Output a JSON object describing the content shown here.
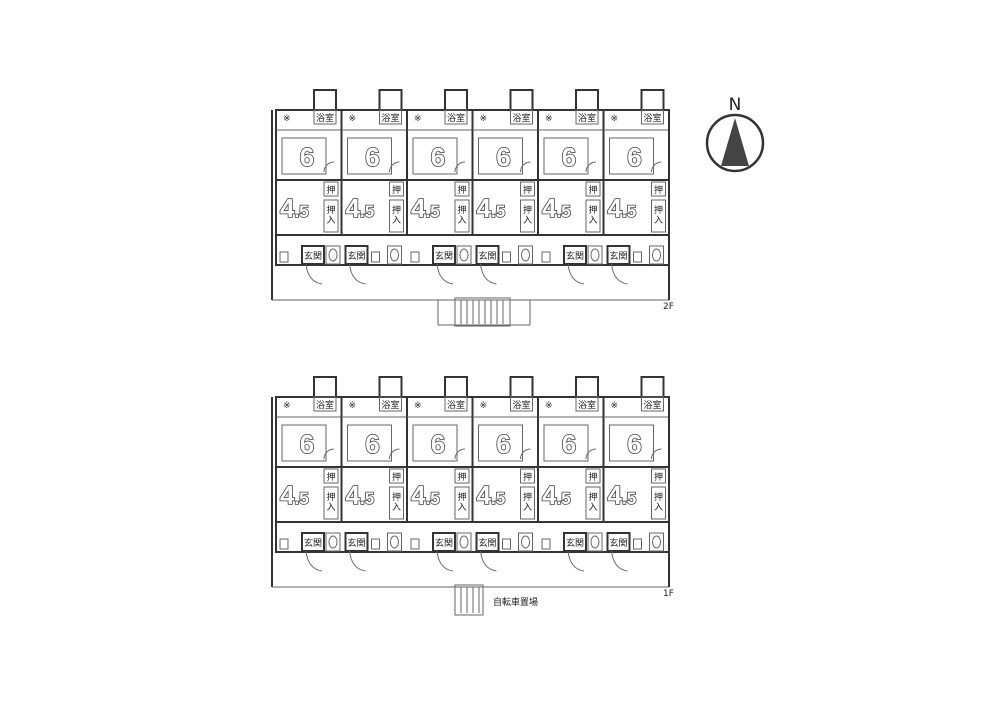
{
  "compass": {
    "label": "N"
  },
  "floors": [
    {
      "label": "2F",
      "stair_label": ""
    },
    {
      "label": "1F",
      "stair_label": "自転車置場"
    }
  ],
  "unit": {
    "bath": "浴室",
    "room_large": "6",
    "room_small_int": "4",
    "room_small_dec": ".5",
    "closet_top": "押",
    "closet": "押入",
    "entrance": "玄関"
  },
  "units_per_floor": 6
}
